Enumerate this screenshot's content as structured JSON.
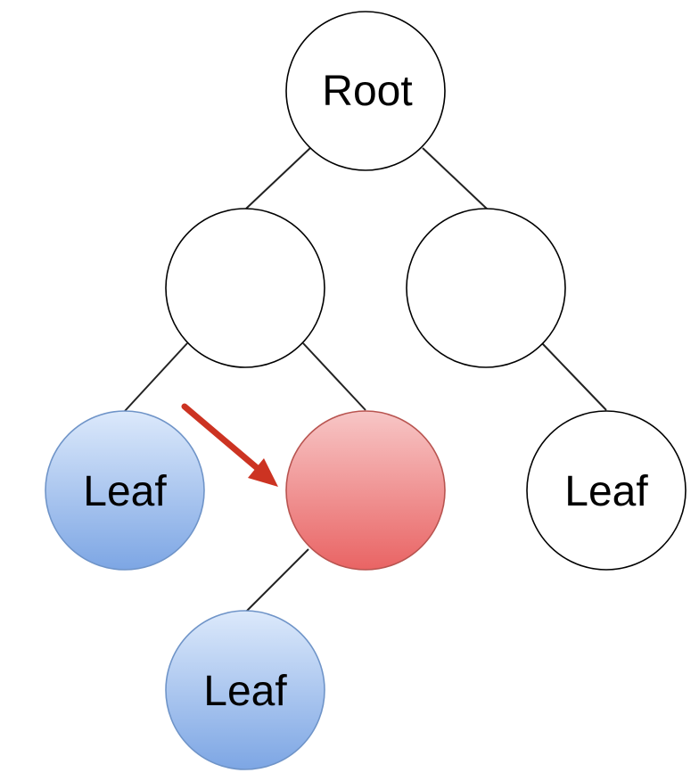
{
  "diagram": {
    "nodes": {
      "root": {
        "label": "Root",
        "style": "plain"
      },
      "left": {
        "label": "",
        "style": "plain"
      },
      "right": {
        "label": "",
        "style": "plain"
      },
      "middle": {
        "label": "",
        "style": "highlighted-red"
      },
      "leaf_left": {
        "label": "Leaf",
        "style": "leaf-blue"
      },
      "leaf_right": {
        "label": "Leaf",
        "style": "plain"
      },
      "leaf_bottom": {
        "label": "Leaf",
        "style": "leaf-blue"
      }
    },
    "edges": [
      {
        "from": "root",
        "to": "left"
      },
      {
        "from": "root",
        "to": "right"
      },
      {
        "from": "left",
        "to": "leaf_left"
      },
      {
        "from": "left",
        "to": "middle"
      },
      {
        "from": "right",
        "to": "leaf_right"
      },
      {
        "from": "middle",
        "to": "leaf_bottom"
      }
    ],
    "pointer": {
      "target": "middle",
      "color": "#cc3322"
    },
    "colors": {
      "plain_fill": "#ffffff",
      "plain_stroke": "#000000",
      "blue_top": "#dce9fb",
      "blue_bottom": "#7da6e4",
      "blue_stroke": "#6f94c8",
      "red_top": "#f7c6c6",
      "red_bottom": "#e96464",
      "red_stroke": "#b85450"
    }
  }
}
